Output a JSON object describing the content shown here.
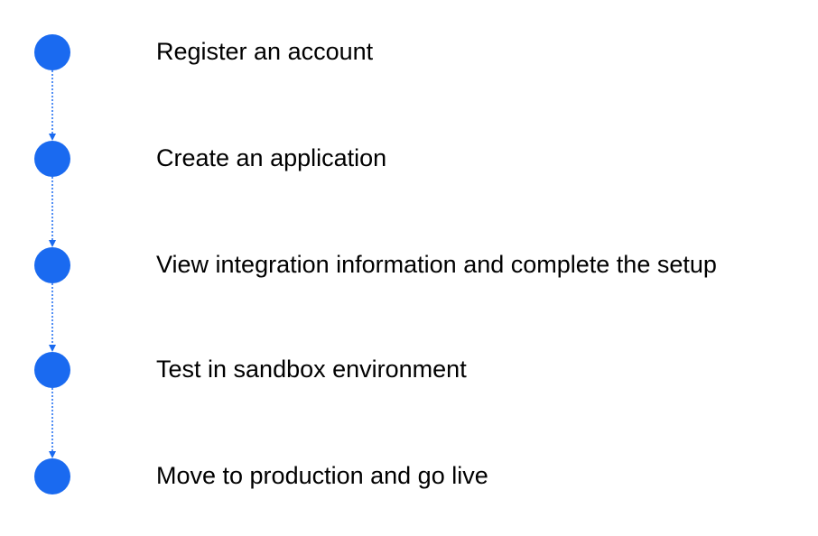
{
  "steps": [
    {
      "label": "Register an account"
    },
    {
      "label": "Create an application"
    },
    {
      "label": "View integration information and complete the setup"
    },
    {
      "label": "Test in sandbox environment"
    },
    {
      "label": "Move to production and go live"
    }
  ],
  "colors": {
    "accent": "#1a6af0",
    "text": "#000000"
  }
}
